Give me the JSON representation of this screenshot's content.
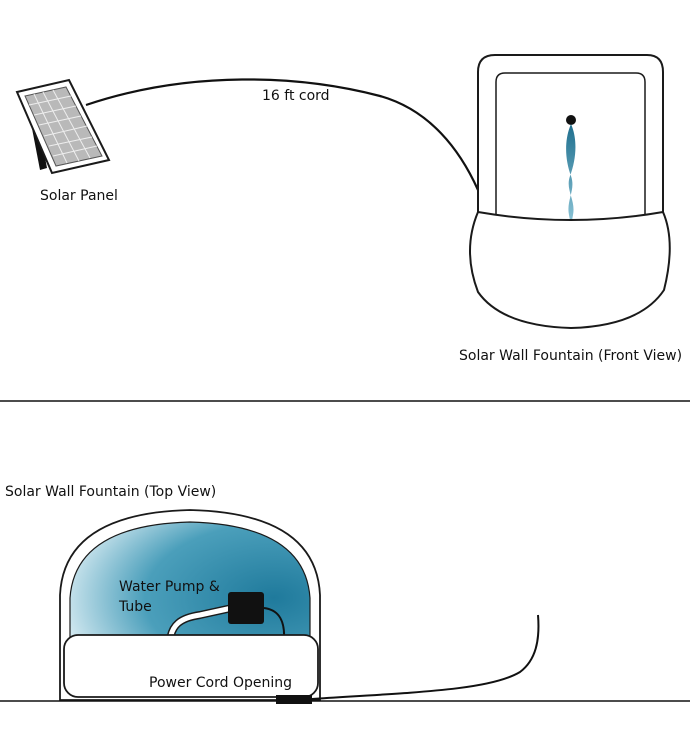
{
  "labels": {
    "cord": "16 ft cord",
    "solar_panel": "Solar Panel",
    "front_view": "Solar Wall Fountain (Front View)",
    "top_view": "Solar Wall Fountain (Top View)",
    "pump_line1": "Water Pump &",
    "pump_line2": "Tube",
    "cord_opening": "Power Cord Opening"
  },
  "colors": {
    "water": "#2f8fae",
    "water_light": "#cfe6ee",
    "stroke": "#1a1a1a",
    "fill": "#ffffff"
  }
}
